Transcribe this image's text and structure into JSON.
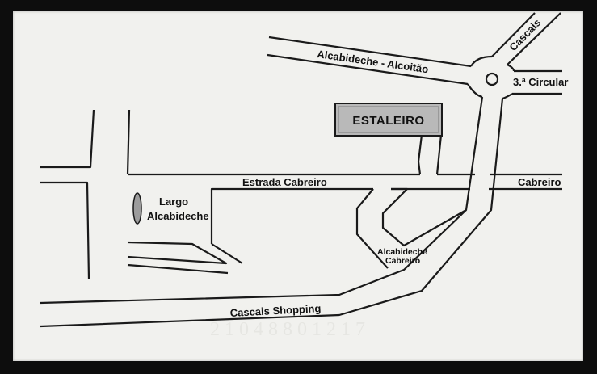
{
  "map": {
    "venue": "ESTALEIRO",
    "roads": {
      "alcabideche_alcoitao": "Alcabideche - Alcoitão",
      "cascais": "Cascais",
      "circular": "3.ª Circular",
      "estrada_cabreiro": "Estrada Cabreiro",
      "cabreiro": "Cabreiro",
      "cascais_shopping": "Cascais Shopping",
      "junction_line1": "Alcabideche",
      "junction_line2": "Cabreiro"
    },
    "places": {
      "largo_line1": "Largo",
      "largo_line2": "Alcabideche"
    },
    "colors": {
      "card": "#f1f1ee",
      "road": "#1a1a1a",
      "venue_fill": "#b9b9b9"
    }
  }
}
